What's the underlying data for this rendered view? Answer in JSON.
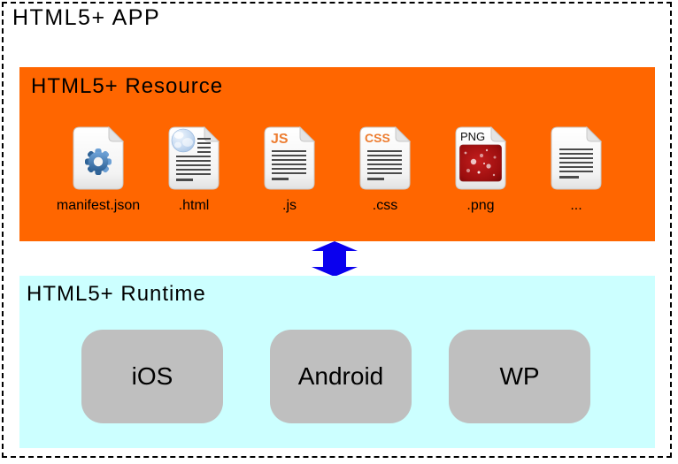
{
  "app": {
    "title": "HTML5+ APP"
  },
  "resource": {
    "title": "HTML5+ Resource",
    "files": [
      {
        "label": "manifest.json",
        "icon": "gear-file-icon",
        "badge": ""
      },
      {
        "label": ".html",
        "icon": "globe-file-icon",
        "badge": ""
      },
      {
        "label": ".js",
        "icon": "js-file-icon",
        "badge": "JS"
      },
      {
        "label": ".css",
        "icon": "css-file-icon",
        "badge": "CSS"
      },
      {
        "label": ".png",
        "icon": "png-file-icon",
        "badge": "PNG"
      },
      {
        "label": "...",
        "icon": "document-file-icon",
        "badge": ""
      }
    ]
  },
  "arrow": {
    "icon": "bidirectional-arrow",
    "direction": "vertical"
  },
  "runtime": {
    "title": "HTML5+ Runtime",
    "platforms": [
      {
        "label": "iOS"
      },
      {
        "label": "Android"
      },
      {
        "label": "WP"
      }
    ]
  },
  "colors": {
    "resource_bg": "#FF6600",
    "runtime_bg": "#CCFFFF",
    "platform_bg": "#BFBFBF",
    "arrow": "#0A00EE",
    "badge_orange": "#ED7D31",
    "doc_line": "#4A4A4A",
    "png_red": "#9B0E0E",
    "gear_blue": "#3D7AB5"
  }
}
